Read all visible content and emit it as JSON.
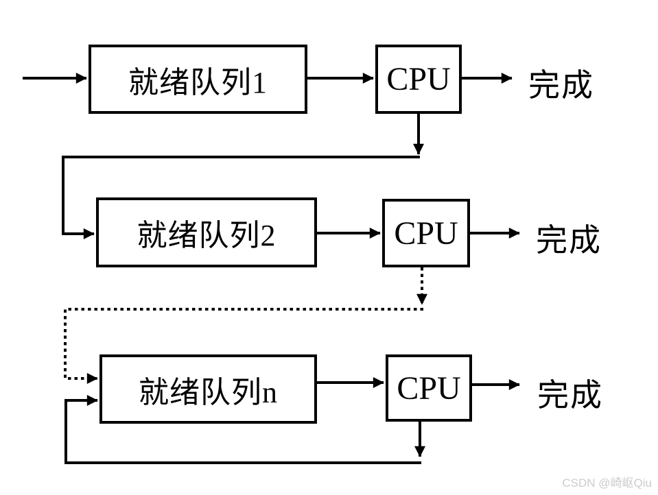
{
  "diagram": {
    "type": "multilevel-feedback-queue-scheduling",
    "rows": [
      {
        "queue_label": "就绪队列1",
        "cpu_label": "CPU",
        "done_label": "完成"
      },
      {
        "queue_label": "就绪队列2",
        "cpu_label": "CPU",
        "done_label": "完成"
      },
      {
        "queue_label": "就绪队列n",
        "cpu_label": "CPU",
        "done_label": "完成"
      }
    ],
    "connectors": [
      "entry → 就绪队列1",
      "就绪队列1 → CPU (solid)",
      "CPU → 完成 (solid)",
      "CPU1 → 就绪队列2 (solid demotion path)",
      "就绪队列2 → CPU (solid)",
      "CPU2 → 就绪队列n (dotted demotion path)",
      "就绪队列n → CPU (solid)",
      "CPUn → 就绪队列n (solid feedback loop)"
    ],
    "colors": {
      "line": "#000000",
      "background": "#ffffff",
      "watermark_text": "#cccccc"
    }
  },
  "watermark": "CSDN @崎岖Qiu"
}
